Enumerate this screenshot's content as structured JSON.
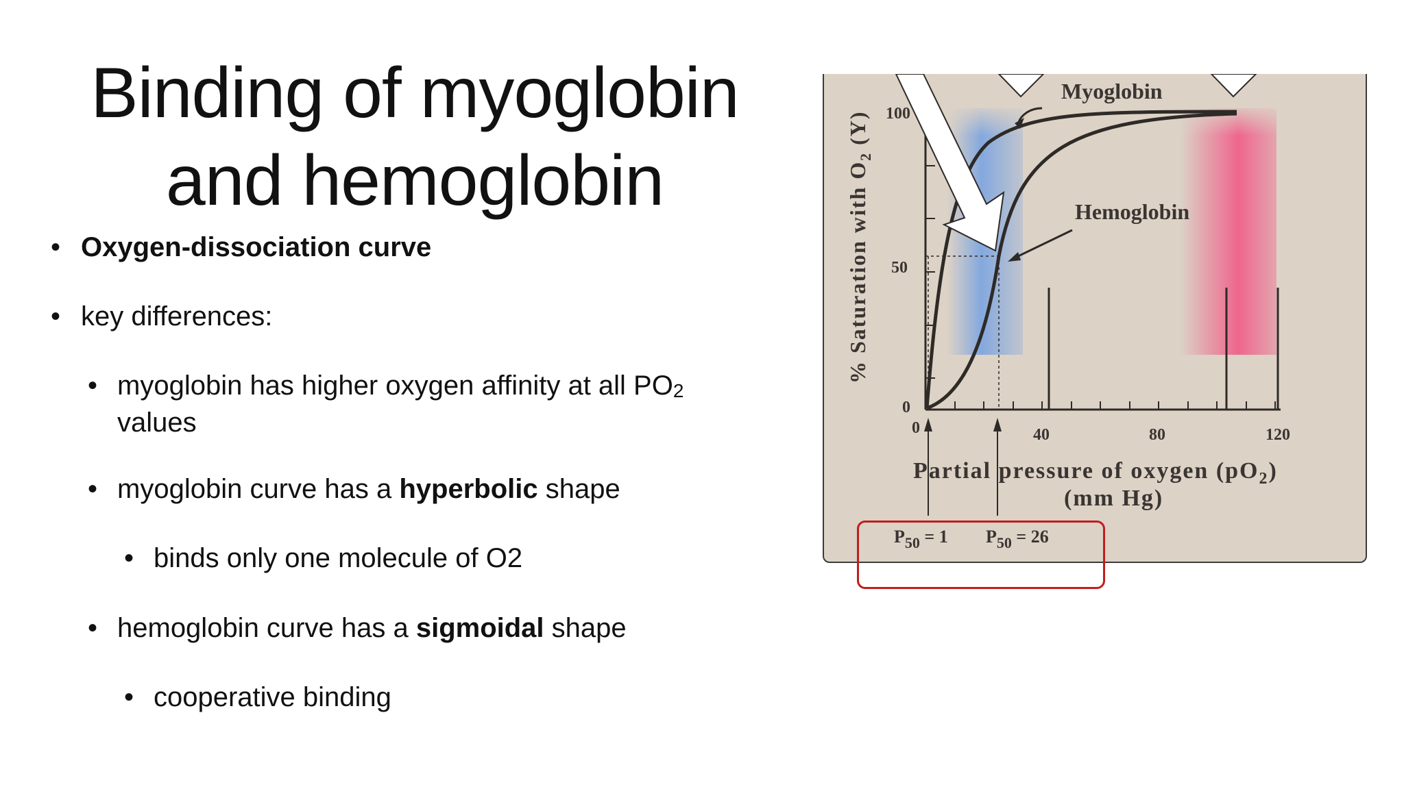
{
  "slide": {
    "title_line1": "Binding of myoglobin",
    "title_line2": "and hemoglobin"
  },
  "bullets": {
    "b1_bold": "Oxygen-dissociation curve",
    "b2": "key differences:",
    "b3_text": "myoglobin has higher oxygen affinity at all PO",
    "b3_sub": "2",
    "b3_cont": "values",
    "b4_pre": "myoglobin curve has a ",
    "b4_bold": "hyperbolic",
    "b4_post": " shape",
    "b5": "binds only one molecule of O2",
    "b6_pre": "hemoglobin curve has a ",
    "b6_bold": "sigmoidal",
    "b6_post": " shape",
    "b7": "cooperative binding",
    "bullet_char": "•"
  },
  "figure": {
    "y_axis_label": "% Saturation with O",
    "y_axis_sub": "2",
    "y_axis_suffix": " (Y)",
    "x_axis_label": "Partial pressure of oxygen (pO",
    "x_axis_sub": "2",
    "x_axis_suffix": ")",
    "x_axis_units": "(mm Hg)",
    "y_ticks": [
      "0",
      "50",
      "100"
    ],
    "x_ticks": [
      "0",
      "40",
      "80",
      "120"
    ],
    "myoglobin_label": "Myoglobin",
    "hemoglobin_label": "Hemoglobin",
    "p50_myo_prefix": "P",
    "p50_myo_sub": "50",
    "p50_myo_value": " = 1",
    "p50_hb_prefix": "P",
    "p50_hb_sub": "50",
    "p50_hb_value": " = 26",
    "colors": {
      "panel": "#dcd2c6",
      "venous_blue": "#7fa6e0",
      "arterial_red": "#f0608a",
      "curve": "#2e2a27",
      "highlight": "#c21c1c"
    }
  }
}
